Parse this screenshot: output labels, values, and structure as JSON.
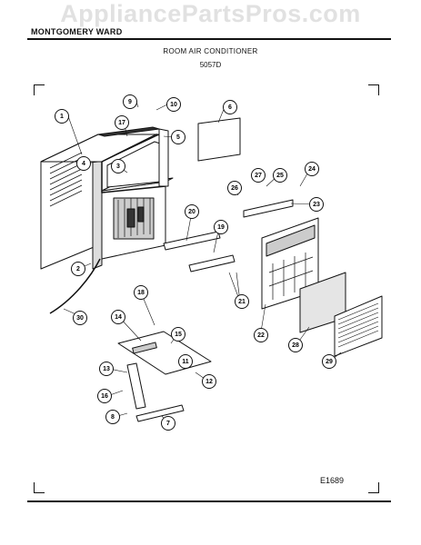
{
  "watermark": "AppliancePartsPros.com",
  "header": {
    "brand": "MONTGOMERY WARD",
    "title": "ROOM AIR CONDITIONER",
    "model": "5057D"
  },
  "footer": {
    "code": "E1689"
  },
  "callouts": [
    "1",
    "2",
    "3",
    "4",
    "5",
    "6",
    "7",
    "8",
    "9",
    "10",
    "11",
    "12",
    "13",
    "14",
    "15",
    "16",
    "17",
    "18",
    "19",
    "20",
    "21",
    "22",
    "23",
    "24",
    "25",
    "26",
    "27",
    "28",
    "29",
    "30"
  ]
}
